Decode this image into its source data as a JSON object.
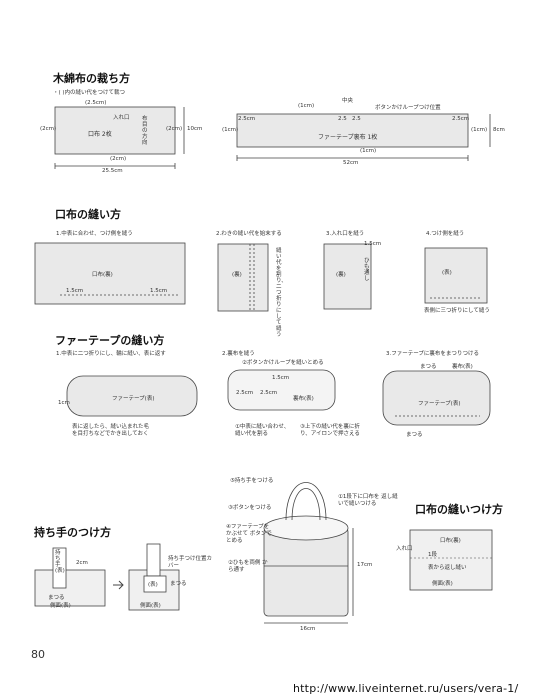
{
  "sections": {
    "cutting": {
      "title": "木綿布の裁ち方",
      "note": "・( )内の縫い代をつけて裁つ",
      "left_piece": {
        "top_dim": "(2.5cm)",
        "top_inner": "入れ口",
        "label": "口布 2枚",
        "grain": "布目の方向",
        "left_dim": "(2cm)",
        "right_dim": "(2cm)",
        "height": "10cm",
        "bottom_dim": "(2cm)",
        "width": "25.5cm"
      },
      "right_piece": {
        "top_dim": "(1cm)",
        "center": "中央",
        "loop_pos": "ボタンかけループつけ位置",
        "label": "ファーテープ裏布 1枚",
        "side_dims": [
          "2.5cm",
          "2.5",
          "2.5",
          "2.5cm"
        ],
        "left_dim": "(1cm)",
        "right_dim": "(1cm)",
        "height": "8cm",
        "bottom_dim": "(1cm)",
        "width": "52cm"
      }
    },
    "mouth_sewing": {
      "title": "口布の縫い方",
      "steps": [
        {
          "label": "1.中表に合わせ、つけ側を縫う",
          "inner": "口布(裏)",
          "dim_left": "1.5cm",
          "dim_right": "1.5cm"
        },
        {
          "label": "2.わきの縫い代を始末する",
          "inner": "(裏)",
          "note": "縫い代を割り、二つ折りにして縫う"
        },
        {
          "label": "3.入れ口を縫う",
          "dim": "1.5cm",
          "inner": "(裏)",
          "note": "ひも通し"
        },
        {
          "label": "4.つけ側を縫う",
          "inner": "(表)",
          "note": "表側に三つ折りにして縫う"
        }
      ]
    },
    "fur_tape": {
      "title": "ファーテープの縫い方",
      "steps": [
        {
          "label": "1.中表に二つ折りにし、輪に縫い、表に返す",
          "inner": "ファーテープ(表)",
          "dim": "1cm",
          "note": "表に返したら、縫い込まれた毛を目打ちなどでかき出しておく"
        },
        {
          "label": "2.裏布を縫う",
          "loop_note": "②ボタンかけループを縫いとめる",
          "dim": "1.5cm",
          "left_dims": [
            "2.5cm",
            "2.5cm"
          ],
          "inner": "裏布(表)",
          "note1": "①中表に縫い合わせ、縫い代を割る",
          "note2": "③上下の縫い代を裏に折り、アイロンで押さえる"
        },
        {
          "label": "3.ファーテープに裏布をまつりつける",
          "label_a": "まつる",
          "label_b": "裏布(表)",
          "inner": "ファーテープ(表)",
          "label_c": "まつる"
        }
      ]
    },
    "assembly": {
      "notes": [
        "⑤持ち手をつける",
        "③ボタンをつける",
        "④ファーテープを かぶせて ボタンでとめる",
        "②ひもを両側 から通す",
        "①1段下に口布を 返し縫いで縫いつける"
      ],
      "height": "17cm",
      "width": "16cm"
    },
    "handle": {
      "title": "持ち手のつけ方",
      "label": "持ち手(表)",
      "dim": "2cm",
      "stitch": "まつる",
      "side": "側面(表)",
      "cover_pos": "持ち手つけ位置カバー",
      "inner2": "(表)",
      "stitch2": "まつる",
      "side2": "側面(表)"
    },
    "mouth_attach": {
      "title": "口布の縫いつけ方",
      "inner": "口布(裏)",
      "mouth": "入れ口",
      "level": "1段",
      "backstitch": "表から返し縫い",
      "side": "側面(表)"
    }
  },
  "page_number": "80",
  "footer_url": "http://www.liveinternet.ru/users/vera-1/"
}
